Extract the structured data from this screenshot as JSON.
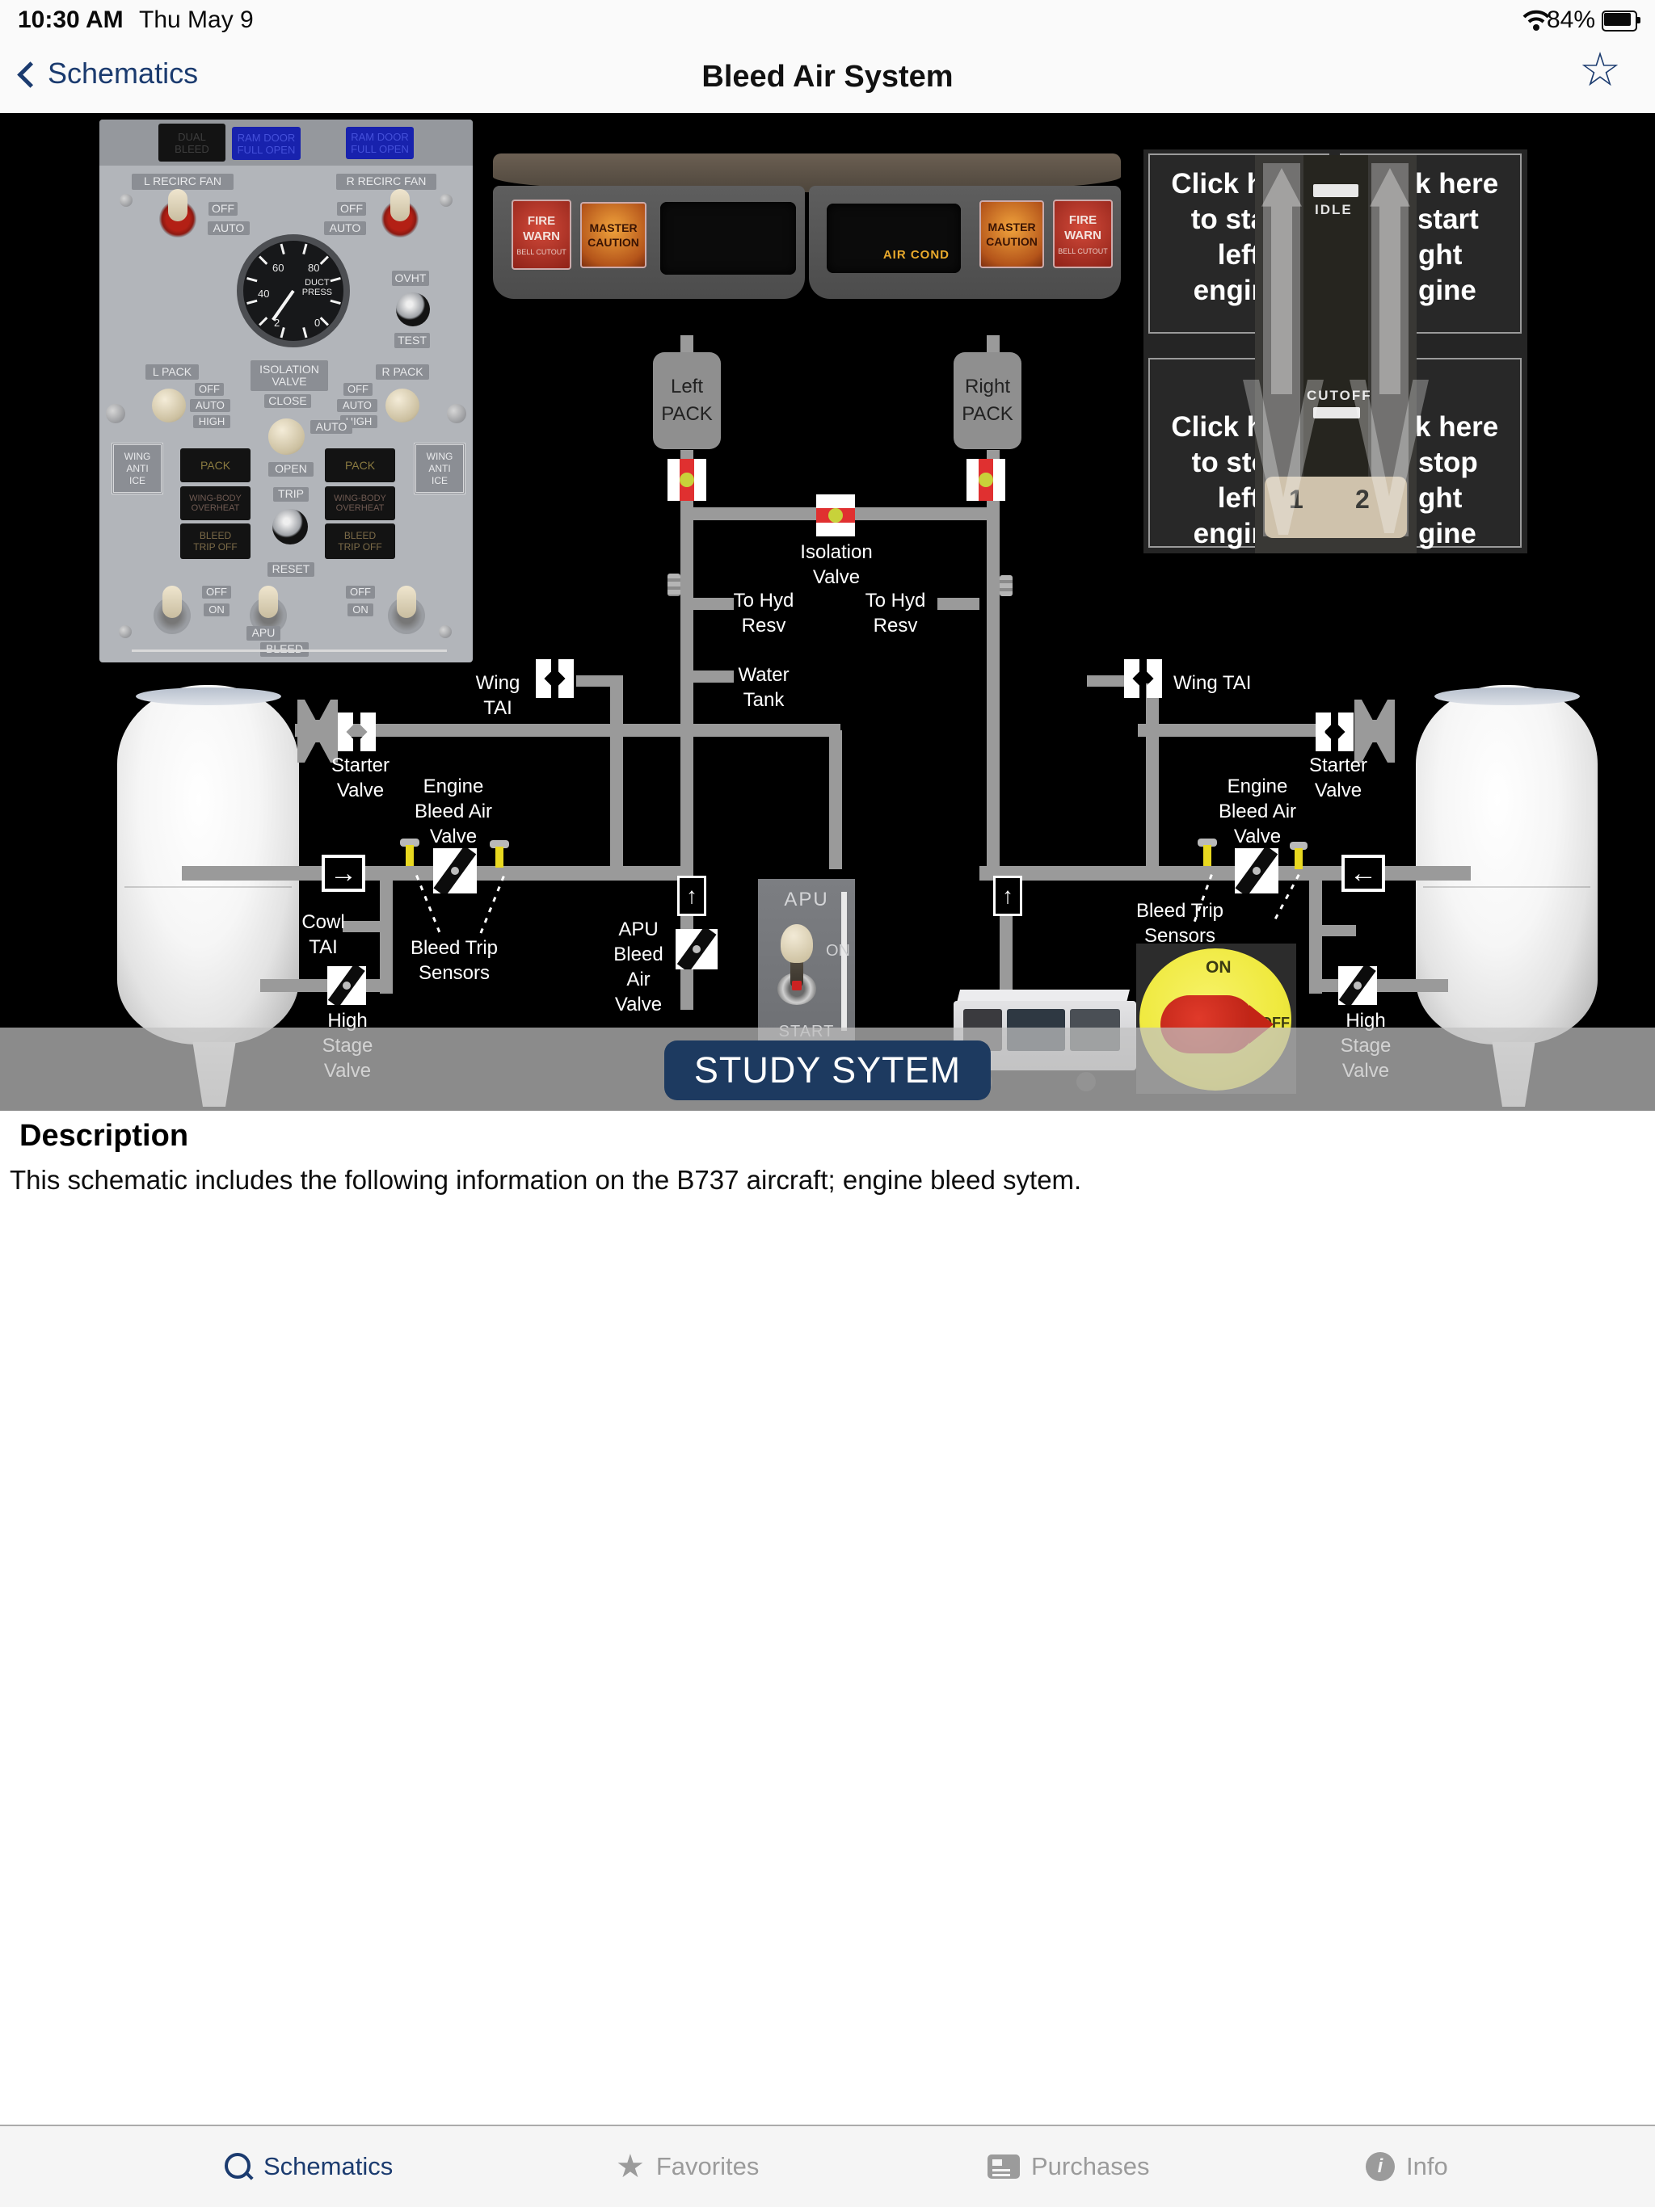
{
  "status": {
    "time": "10:30 AM",
    "date": "Thu May 9",
    "battery_pct": "84%"
  },
  "nav": {
    "back_label": "Schematics",
    "title": "Bleed Air System"
  },
  "icons": {
    "favorite_star": "☆",
    "tab_star": "★",
    "info_glyph": "i",
    "arrow_right": "→",
    "arrow_left": "←",
    "arrow_up": "↑"
  },
  "panel": {
    "dual_bleed": [
      "DUAL",
      "BLEED"
    ],
    "ram_door": [
      "RAM DOOR",
      "FULL OPEN"
    ],
    "l_recirc_fan": "L RECIRC FAN",
    "r_recirc_fan": "R RECIRC FAN",
    "off": "OFF",
    "auto": "AUTO",
    "high": "HIGH",
    "on": "ON",
    "open": "OPEN",
    "close": "CLOSE",
    "trip": "TRIP",
    "reset": "RESET",
    "test": "TEST",
    "ovht": "OVHT",
    "l_pack": "L PACK",
    "r_pack": "R PACK",
    "isolation_valve": [
      "ISOLATION",
      "VALVE"
    ],
    "gauge": {
      "label": [
        "DUCT",
        "PRESS"
      ],
      "n60": "60",
      "n80": "80",
      "n40": "40",
      "n20": "2",
      "n0": "0"
    },
    "wing_anti_ice": [
      "WING",
      "ANTI",
      "ICE"
    ],
    "pack_ann": "PACK",
    "wing_body_overheat": [
      "WING-BODY",
      "OVERHEAT"
    ],
    "bleed_trip_off": [
      "BLEED",
      "TRIP OFF"
    ],
    "apu_bleed": [
      "APU",
      "BLEED"
    ]
  },
  "glare": {
    "fire_warn": [
      "FIRE",
      "WARN",
      "BELL CUTOUT"
    ],
    "master_caution": [
      "MASTER",
      "CAUTION"
    ],
    "air_cond": "AIR COND"
  },
  "ov": {
    "start_left": [
      "Click here",
      "to start",
      "left",
      "engine"
    ],
    "start_right": [
      "Click here",
      "to start",
      "right",
      "engine"
    ],
    "stop_left": [
      "Click here",
      "to stop",
      "left",
      "engine"
    ],
    "stop_right": [
      "Click here",
      "to stop",
      "right",
      "engine"
    ],
    "idle": "IDLE",
    "cutoff": "CUTOFF",
    "lever_1": "1",
    "lever_2": "2"
  },
  "diag": {
    "left_pack": [
      "Left",
      "PACK"
    ],
    "right_pack": [
      "Right",
      "PACK"
    ],
    "isolation": [
      "Isolation",
      "Valve"
    ],
    "to_hyd": [
      "To Hyd",
      "Resv"
    ],
    "water": [
      "Water",
      "Tank"
    ],
    "wing_tai": "Wing TAI",
    "starter": [
      "Starter",
      "Valve"
    ],
    "engine_valve": [
      "Engine",
      "Bleed Air",
      "Valve"
    ],
    "sensors_lbl": [
      "Bleed Trip",
      "Sensors"
    ],
    "cowl": [
      "Cowl",
      "TAI"
    ],
    "high_stage": [
      "High Stage",
      "Valve"
    ],
    "apu_valve": [
      "APU",
      "Bleed Air",
      "Valve"
    ],
    "apu_panel": {
      "title": "APU",
      "on": "ON",
      "start": "START"
    },
    "knob": {
      "on": "ON",
      "off": "OFF"
    }
  },
  "study": {
    "label": "STUDY SYTEM"
  },
  "desc": {
    "heading": "Description",
    "body": "This schematic includes the following information on the B737 aircraft; engine bleed sytem."
  },
  "tabs": {
    "items": [
      {
        "label": "Schematics"
      },
      {
        "label": "Favorites"
      },
      {
        "label": "Purchases"
      },
      {
        "label": "Info"
      }
    ]
  },
  "colors": {
    "accent": "#1b3b6f",
    "button": "#1d3a60",
    "pipe": "#9a9a9a",
    "stage_bg": "#000000"
  }
}
